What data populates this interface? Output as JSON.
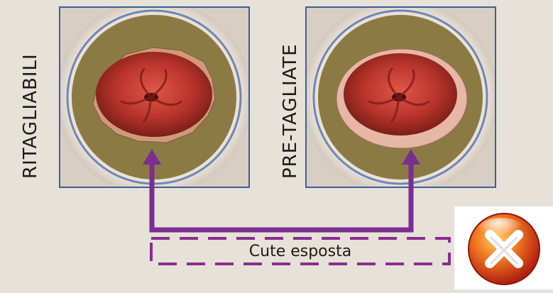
{
  "labels": {
    "left": "RITAGLIABILI",
    "right": "PRE-TAGLIATE"
  },
  "caption": "Cute esposta",
  "icons": {
    "cancel": "red-x-cancel-icon"
  },
  "colors": {
    "background": "#e6e1d9",
    "frame": "#3e5f96",
    "arrow": "#7a2e92",
    "dashed_box": "#8a2d8e",
    "stoma": "#b8342a",
    "skin_barrier": "#8c7a45"
  }
}
